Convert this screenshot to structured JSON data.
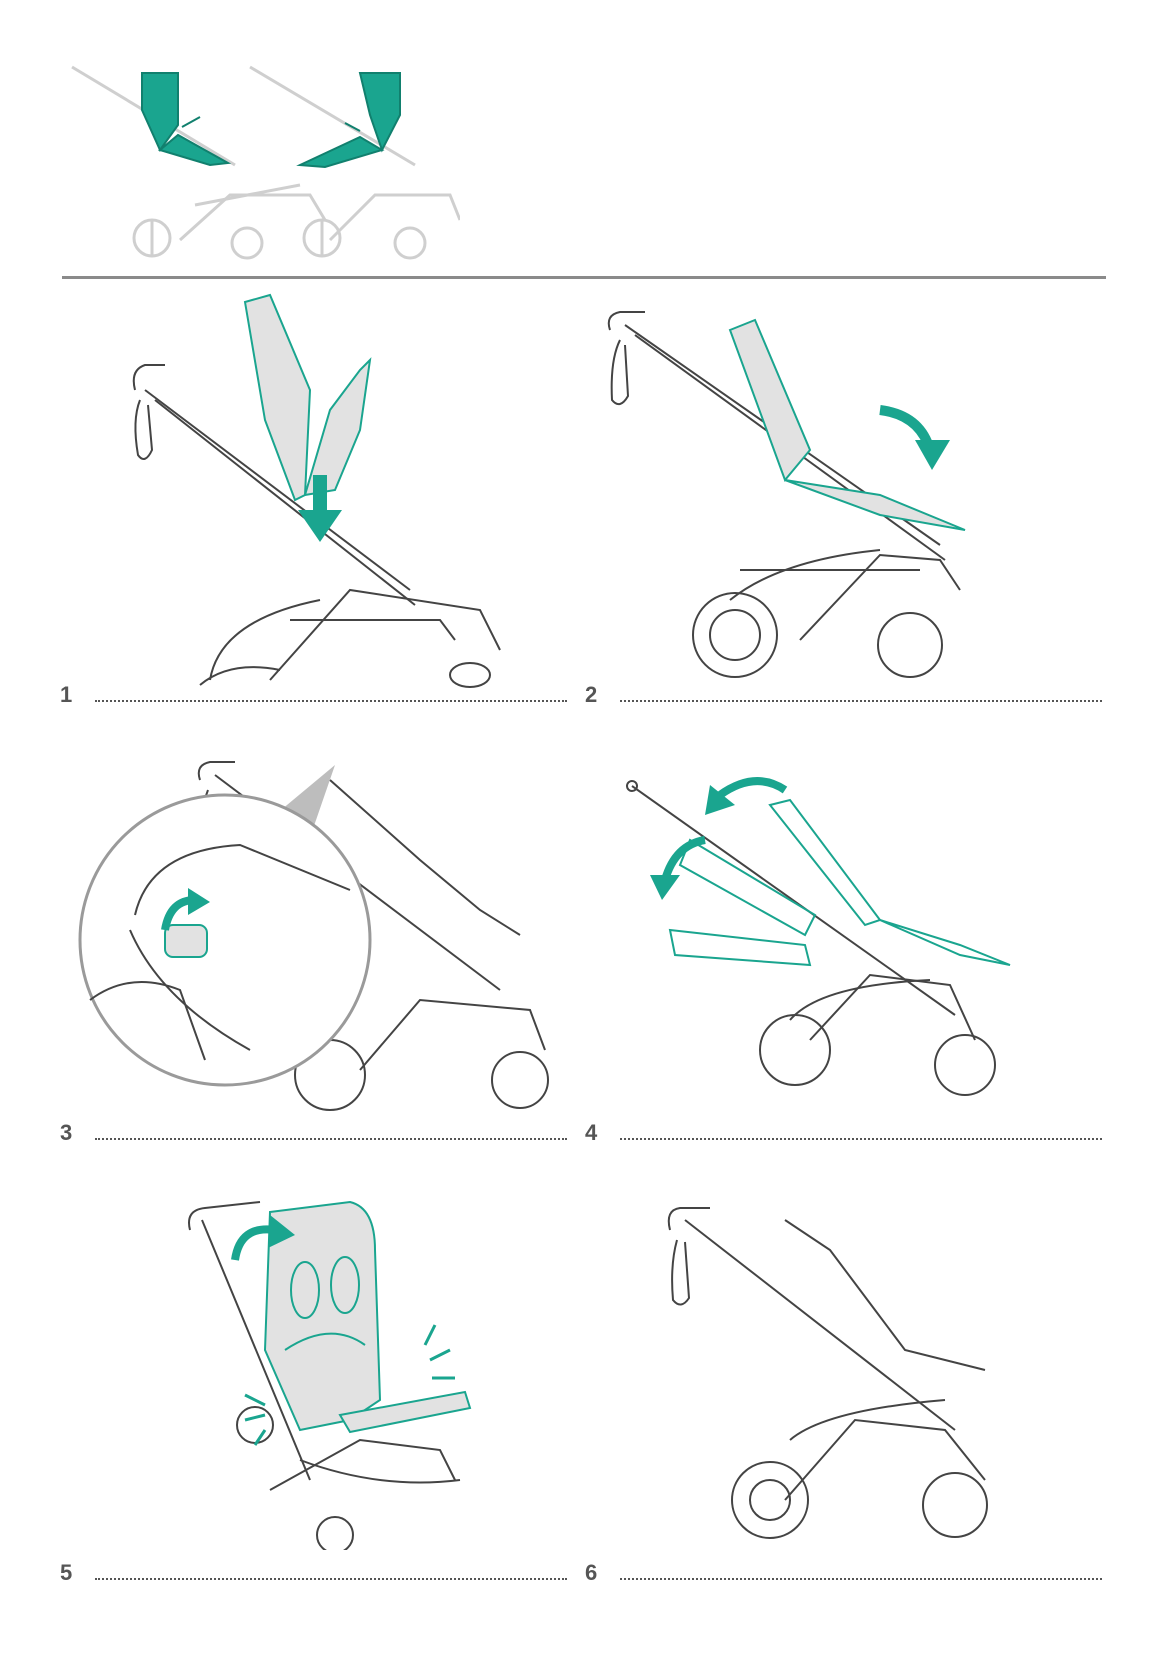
{
  "colors": {
    "accent": "#1aa58f",
    "line": "#444444",
    "faded": "#cfcfcf",
    "fill": "#e2e2e2",
    "rule": "#8a8a8a",
    "number": "#555555"
  },
  "steps": [
    {
      "number": "1"
    },
    {
      "number": "2"
    },
    {
      "number": "3"
    },
    {
      "number": "4"
    },
    {
      "number": "5"
    },
    {
      "number": "6"
    }
  ]
}
